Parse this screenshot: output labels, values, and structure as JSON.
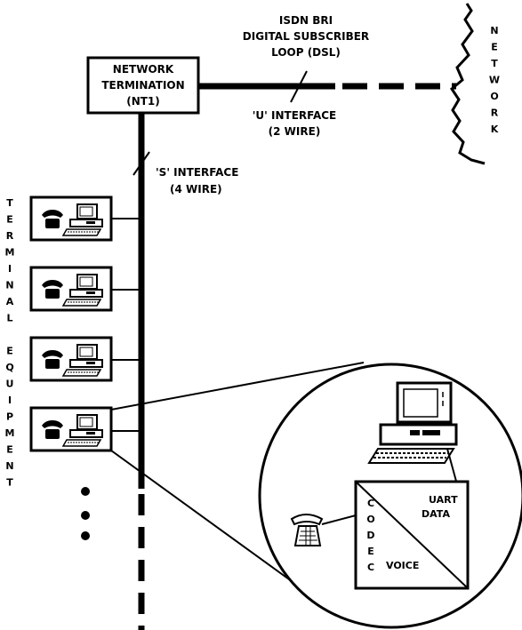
{
  "nt1": {
    "line1": "NETWORK",
    "line2": "TERMINATION",
    "line3": "(NT1)"
  },
  "dsl": {
    "line1": "ISDN BRI",
    "line2": "DIGITAL SUBSCRIBER",
    "line3": "LOOP (DSL)"
  },
  "u_interface": {
    "line1": "'U' INTERFACE",
    "line2": "(2 WIRE)"
  },
  "s_interface": {
    "line1": "'S' INTERFACE",
    "line2": "(4 WIRE)"
  },
  "network_vertical": [
    "N",
    "E",
    "T",
    "W",
    "O",
    "R",
    "K"
  ],
  "terminal_vertical": [
    "T",
    "E",
    "R",
    "M",
    "I",
    "N",
    "A",
    "L",
    "",
    "E",
    "Q",
    "U",
    "I",
    "P",
    "M",
    "E",
    "N",
    "T"
  ],
  "detail": {
    "uart_line1": "UART",
    "uart_line2": "DATA",
    "voice": "VOICE",
    "codec_letters": [
      "C",
      "O",
      "D",
      "E",
      "C"
    ]
  }
}
